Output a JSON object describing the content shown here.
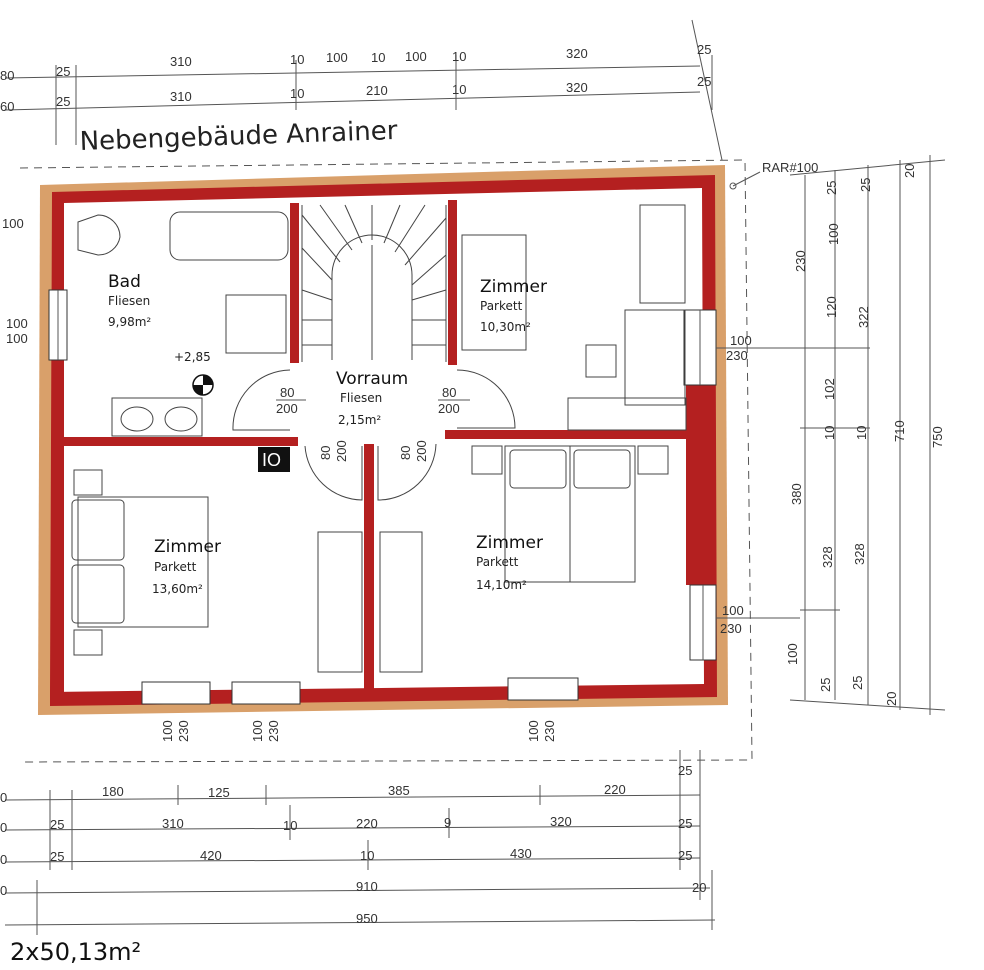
{
  "header": {
    "title": "Nebengebäude Anrainer",
    "top_dims_row1": [
      "25",
      "310",
      "10",
      "100",
      "10",
      "100",
      "10",
      "320",
      "25"
    ],
    "top_dims_row2": [
      "25",
      "310",
      "10",
      "210",
      "10",
      "320",
      "25"
    ],
    "edge_marks": [
      "80",
      "60"
    ]
  },
  "rooms": {
    "bad": {
      "name": "Bad",
      "floor": "Fliesen",
      "area": "9,98m²"
    },
    "zimmer_ne": {
      "name": "Zimmer",
      "floor": "Parkett",
      "area": "10,30m²"
    },
    "vorraum": {
      "name": "Vorraum",
      "floor": "Fliesen",
      "area": "2,15m²"
    },
    "zimmer_sw": {
      "name": "Zimmer",
      "floor": "Parkett",
      "area": "13,60m²"
    },
    "zimmer_se": {
      "name": "Zimmer",
      "floor": "Parkett",
      "area": "14,10m²"
    }
  },
  "annotations": {
    "level": "+2,85",
    "rar": "RAR#100",
    "chimney": "IO",
    "left_marks": [
      "100",
      "100",
      "100"
    ],
    "door_left_top": "80",
    "door_left_bottom": "200",
    "door_right_top": "80",
    "door_right_bottom": "200",
    "door_sl_top": "80",
    "door_sl_bottom": "200",
    "door_sr_top": "80",
    "door_sr_bottom": "200",
    "win_right_upper_top": "100",
    "win_right_upper_bottom": "230",
    "win_right_lower_top": "100",
    "win_right_lower_bottom": "230",
    "win_bottom": [
      {
        "top": "100",
        "bottom": "230"
      },
      {
        "top": "100",
        "bottom": "230"
      },
      {
        "top": "100",
        "bottom": "230"
      }
    ]
  },
  "right_dims": {
    "col1": [
      "230",
      "380",
      "100"
    ],
    "col2": [
      "25",
      "100",
      "120",
      "102",
      "10",
      "328",
      "25"
    ],
    "col3": [
      "25",
      "322",
      "10",
      "328",
      "25"
    ],
    "col4": [
      "20",
      "710",
      "20"
    ],
    "col5": [
      "750"
    ]
  },
  "bottom_dims": {
    "row1": [
      "180",
      "125",
      "385",
      "220",
      "25"
    ],
    "row2": [
      "25",
      "310",
      "10",
      "220",
      "9",
      "320",
      "25"
    ],
    "row3": [
      "25",
      "420",
      "10",
      "430",
      "25"
    ],
    "row4": [
      "910",
      "20"
    ],
    "row5": [
      "950"
    ],
    "left_marks": [
      "0",
      "0",
      "0",
      "0"
    ]
  },
  "footer": {
    "total": "2x50,13m²"
  }
}
